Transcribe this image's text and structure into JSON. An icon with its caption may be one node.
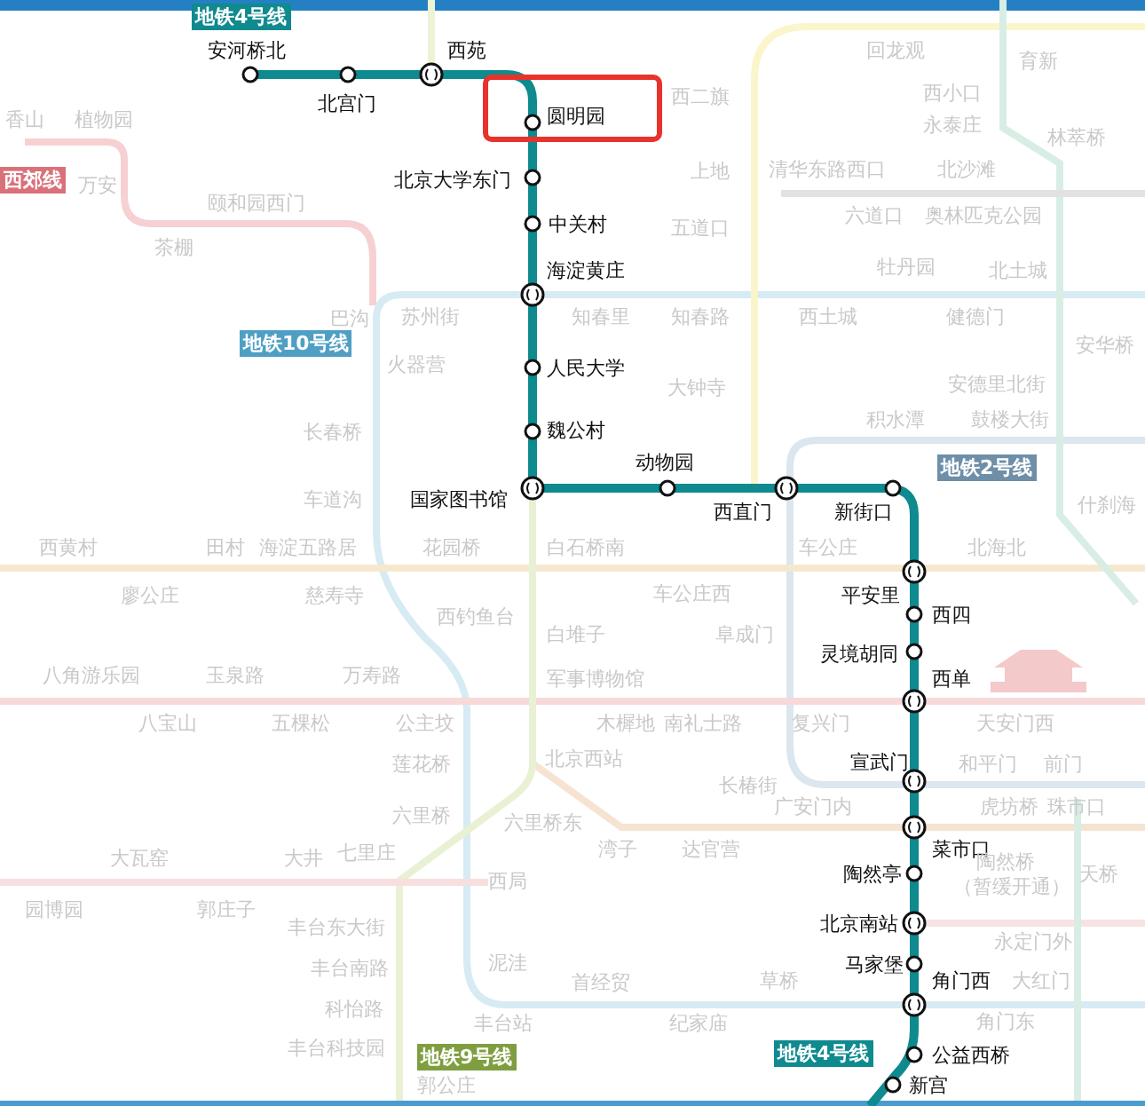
{
  "diagram": {
    "nodes": [
      {
        "text": [
          "圆明园"
        ]
      }
    ],
    "labels": [
      "地铁4号线",
      "安河桥北",
      "西苑",
      "北宫门",
      "西二旗",
      "回龙观",
      "育新",
      "西小口",
      "香山",
      "植物园",
      "永泰庄",
      "林萃桥",
      "西郊线",
      "万安",
      "北京大学东门",
      "上地",
      "清华东路西口",
      "北沙滩",
      "颐和园西门",
      "中关村",
      "五道口",
      "六道口",
      "奥林匹克公园",
      "茶棚",
      "海淀黄庄",
      "牡丹园",
      "北土城",
      "巴沟",
      "苏州街",
      "知春里",
      "知春路",
      "西土城",
      "健德门",
      "地铁10号线",
      "安华桥",
      "火器营",
      "人民大学",
      "大钟寺",
      "安德里北街",
      "积水潭",
      "鼓楼大街",
      "长春桥",
      "魏公村",
      "动物园",
      "地铁2号线",
      "车道沟",
      "国家图书馆",
      "西直门",
      "新街口",
      "什刹海",
      "西黄村",
      "田村",
      "海淀五路居",
      "花园桥",
      "白石桥南",
      "车公庄",
      "北海北",
      "廖公庄",
      "慈寿寺",
      "西钓鱼台",
      "车公庄西",
      "平安里",
      "西四",
      "白堆子",
      "阜成门",
      "灵境胡同",
      "八角游乐园",
      "玉泉路",
      "万寿路",
      "军事博物馆",
      "西单",
      "八宝山",
      "五棵松",
      "公主坟",
      "木樨地",
      "南礼士路",
      "复兴门",
      "天安门西",
      "莲花桥",
      "北京西站",
      "宣武门",
      "和平门",
      "前门",
      "长椿街",
      "六里桥",
      "广安门内",
      "虎坊桥",
      "珠市口",
      "六里桥东",
      "湾子",
      "达官营",
      "菜市口",
      "大瓦窑",
      "大井",
      "七里庄",
      "西局",
      "陶然亭",
      "陶然桥",
      "天桥",
      "（暂缓开通）",
      "园博园",
      "郭庄子",
      "丰台东大街",
      "北京南站",
      "永定门外",
      "丰台南路",
      "泥洼",
      "首经贸",
      "草桥",
      "马家堡",
      "角门西",
      "大红门",
      "科怡路",
      "丰台站",
      "纪家庙",
      "角门东",
      "丰台科技园",
      "地铁9号线",
      "地铁4号线",
      "公益西桥",
      "郭公庄",
      "新宫"
    ]
  }
}
